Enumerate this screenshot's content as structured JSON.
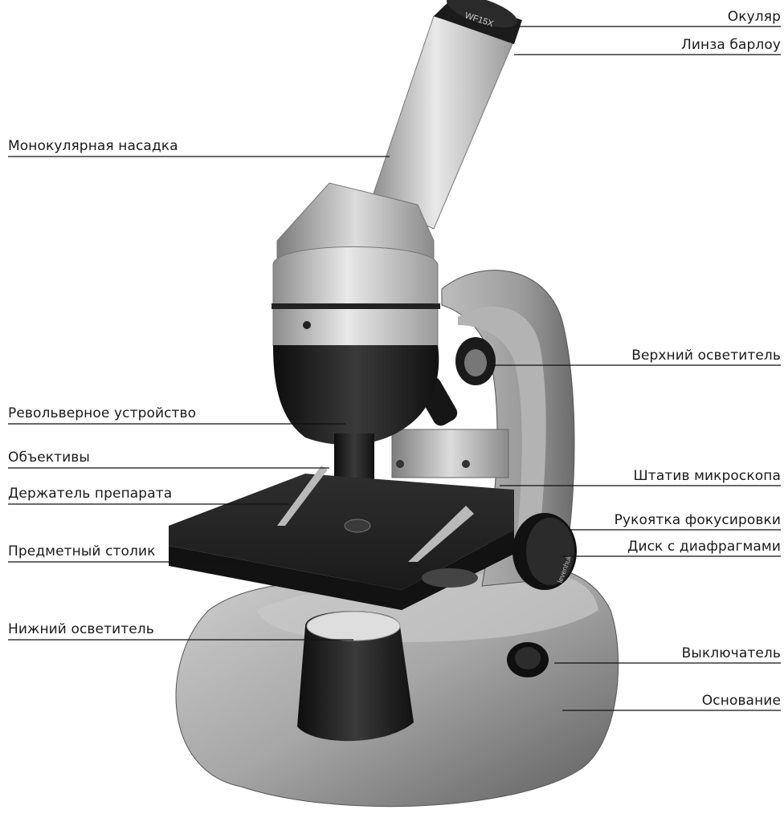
{
  "callouts": {
    "eyepiece": "Окуляр",
    "barlow": "Линза барлоу",
    "monocular_head": "Монокулярная насадка",
    "upper_light": "Верхний осветитель",
    "revolver": "Револьверное устройство",
    "objectives": "Объективы",
    "arm": "Штатив микроскопа",
    "holder": "Держатель препарата",
    "focus_knob": "Рукоятка фокусировки",
    "diaphragm": "Диск с диафрагмами",
    "stage": "Предметный столик",
    "lower_light": "Нижний осветитель",
    "switch": "Выключатель",
    "base": "Основание"
  },
  "eyepiece_marking": "WF15X",
  "brand_marking": "levenhuk",
  "colors": {
    "metal_light": "#d8d8d8",
    "metal_mid": "#a9a9a9",
    "metal_dark": "#6a6a6a",
    "black_part": "#1c1c1c",
    "line": "#111111"
  }
}
